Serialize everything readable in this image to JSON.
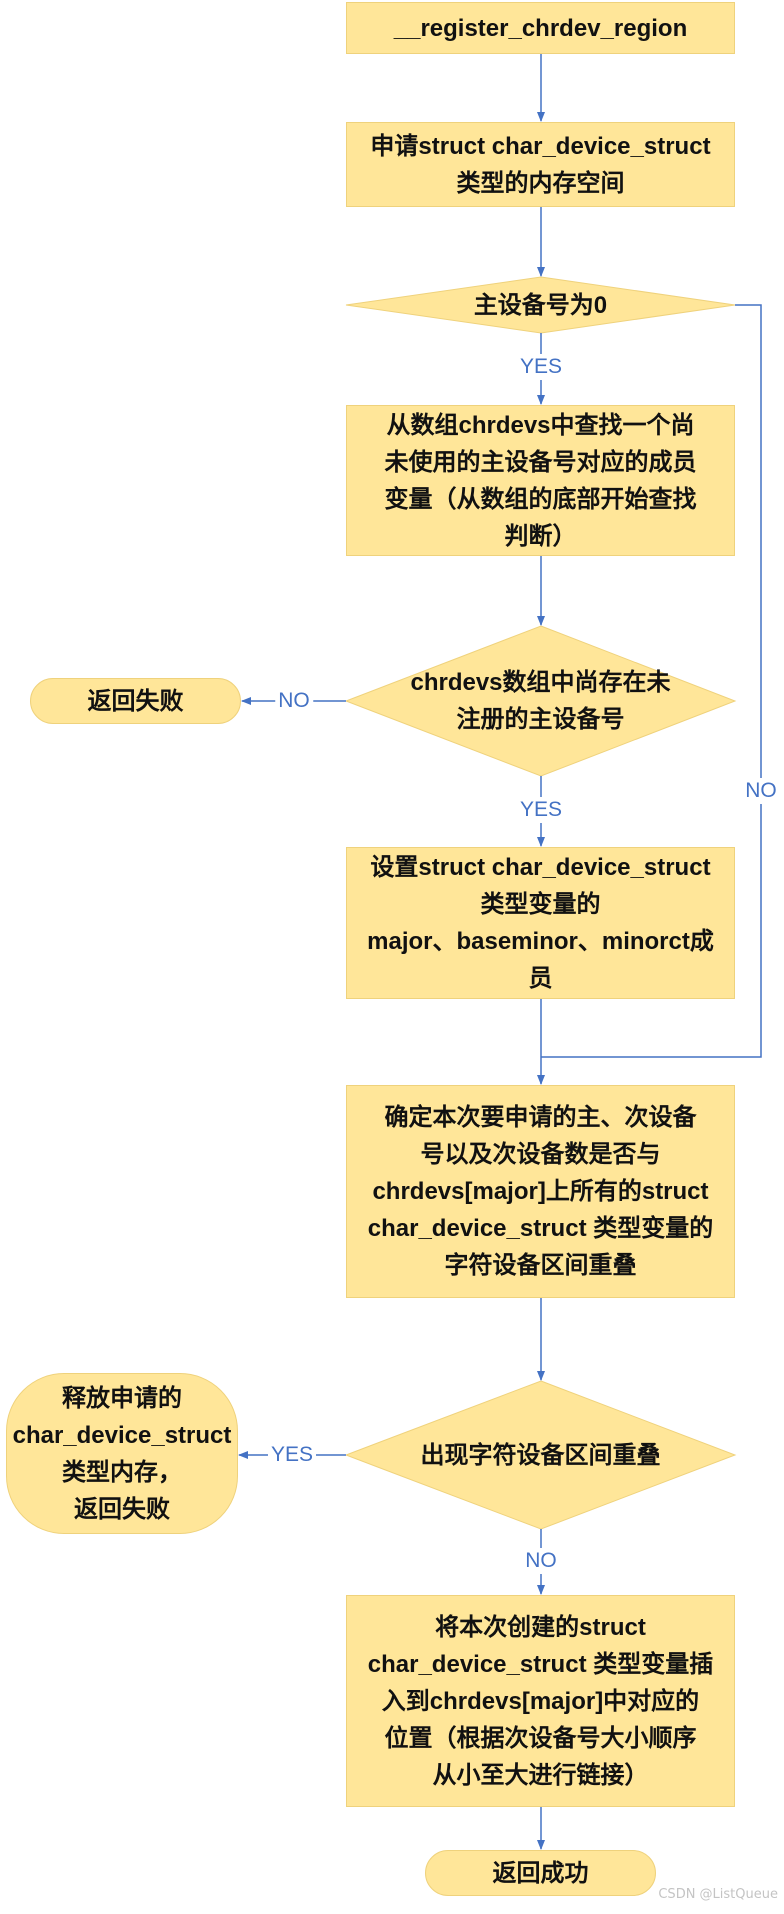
{
  "diagram": {
    "colors": {
      "node_fill": "#FFE699",
      "node_border": "#EFD27C",
      "connector": "#4472C4",
      "label_text": "#4472C4"
    },
    "nodes": {
      "start": {
        "lines": [
          "__register_chrdev_region"
        ]
      },
      "alloc_struct": {
        "lines": [
          "申请struct char_device_struct",
          "类型的内存空间"
        ]
      },
      "check_major_zero": {
        "lines": [
          "主设备号为0"
        ]
      },
      "find_unused_major": {
        "lines": [
          "从数组chrdevs中查找一个尚",
          "未使用的主设备号对应的成员",
          "变量（从数组的底部开始查找",
          "判断）"
        ]
      },
      "check_free_major": {
        "lines": [
          "chrdevs数组中尚存在未",
          "注册的主设备号"
        ]
      },
      "return_fail": {
        "lines": [
          "返回失败"
        ]
      },
      "set_members": {
        "lines": [
          "设置struct char_device_struct",
          "类型变量的",
          "major、baseminor、minorct成",
          "员"
        ]
      },
      "overlap_check_desc": {
        "lines": [
          "确定本次要申请的主、次设备",
          "号以及次设备数是否与",
          "chrdevs[major]上所有的struct",
          "char_device_struct 类型变量的",
          "字符设备区间重叠"
        ]
      },
      "check_overlap": {
        "lines": [
          "出现字符设备区间重叠"
        ]
      },
      "free_and_fail": {
        "lines": [
          "释放申请的",
          "char_device_struct",
          "类型内存，",
          "返回失败"
        ]
      },
      "insert_struct": {
        "lines": [
          "将本次创建的struct",
          "char_device_struct 类型变量插",
          "入到chrdevs[major]中对应的",
          "位置（根据次设备号大小顺序",
          "从小至大进行链接）"
        ]
      },
      "return_success": {
        "lines": [
          "返回成功"
        ]
      }
    },
    "edge_labels": {
      "major_zero_yes": "YES",
      "major_zero_no": "NO",
      "free_major_no": "NO",
      "free_major_yes": "YES",
      "overlap_yes": "YES",
      "overlap_no": "NO"
    }
  },
  "watermark": "CSDN @ListQueue"
}
